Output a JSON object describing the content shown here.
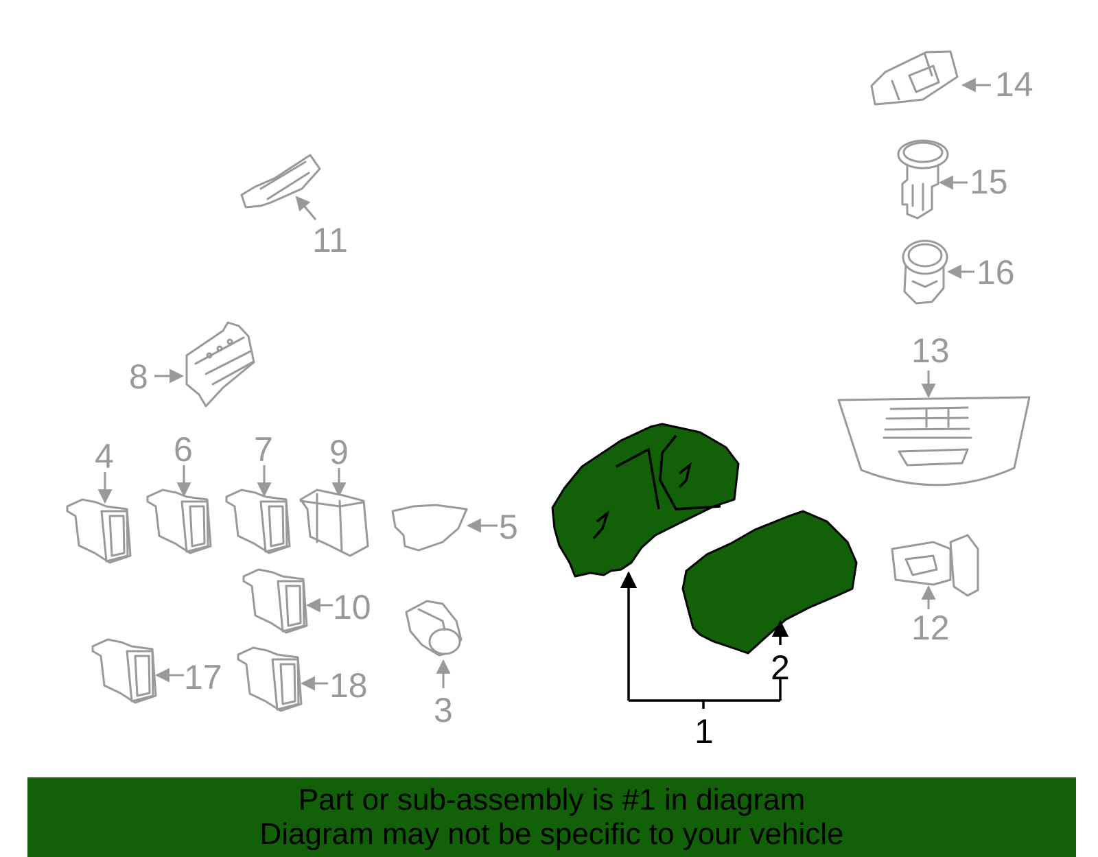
{
  "colors": {
    "highlight_fill": "#126108",
    "banner_background": "#126108",
    "part_outline": "#999999",
    "highlight_outline": "#000000"
  },
  "callouts": {
    "c1": "1",
    "c2": "2",
    "c3": "3",
    "c4": "4",
    "c5": "5",
    "c6": "6",
    "c7": "7",
    "c8": "8",
    "c9": "9",
    "c10": "10",
    "c11": "11",
    "c12": "12",
    "c13": "13",
    "c14": "14",
    "c15": "15",
    "c16": "16",
    "c17": "17",
    "c18": "18"
  },
  "banner": {
    "line1": "Part or sub-assembly is #1 in diagram",
    "line2": "Diagram may not be specific to your vehicle"
  }
}
